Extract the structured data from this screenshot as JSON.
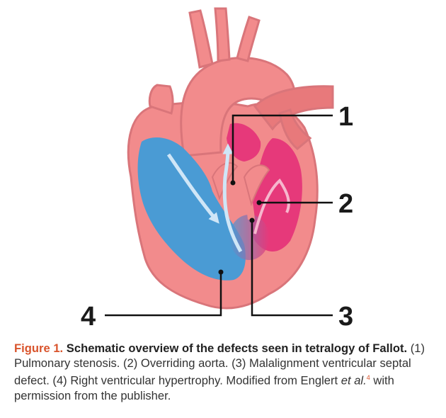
{
  "diagram": {
    "labels": [
      "1",
      "2",
      "3",
      "4"
    ],
    "colors": {
      "muscle": "#f28b8c",
      "muscle_dark": "#e8797b",
      "right_chamber": "#4a9bd4",
      "left_chamber": "#e6397a",
      "outline": "#d9757a",
      "flow_arrow": "#cfe6f7",
      "leader": "#111111"
    }
  },
  "caption": {
    "figure_label": "Figure 1.",
    "title": " Schematic overview of the defects seen in tetralogy of Fallot.",
    "body_before_cite": " (1) Pulmonary stenosis. (2) Overriding aorta. (3) Malalignment ventricular septal defect. (4) Right ventricular hypertrophy. Modified from Englert ",
    "et_al": "et al.",
    "citation": "4",
    "body_after_cite": " with permission from the publisher."
  }
}
